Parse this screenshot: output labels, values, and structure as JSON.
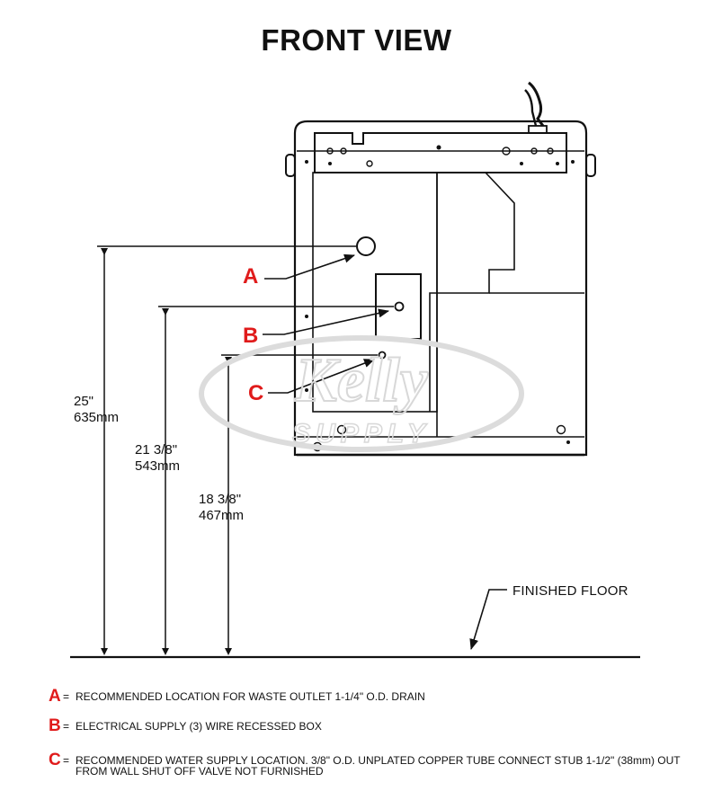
{
  "title": "FRONT VIEW",
  "callouts": {
    "a": "A",
    "b": "B",
    "c": "C"
  },
  "dimensions": {
    "a_in": "25\"",
    "a_mm": "635mm",
    "b_in": "21 3/8\"",
    "b_mm": "543mm",
    "c_in": "18 3/8\"",
    "c_mm": "467mm"
  },
  "floor_label": "FINISHED FLOOR",
  "legend": [
    {
      "key": "A",
      "eq": "=",
      "text": "RECOMMENDED LOCATION FOR WASTE OUTLET 1-1/4\" O.D. DRAIN"
    },
    {
      "key": "B",
      "eq": "=",
      "text": "ELECTRICAL SUPPLY (3) WIRE RECESSED BOX"
    },
    {
      "key": "C",
      "eq": "=",
      "text": "RECOMMENDED WATER SUPPLY LOCATION. 3/8\" O.D. UNPLATED COPPER TUBE CONNECT STUB 1-1/2\" (38mm) OUT FROM WALL SHUT OFF VALVE NOT FURNISHED"
    }
  ],
  "watermark": {
    "line1": "Kelly",
    "line2": "SUPPLY"
  },
  "colors": {
    "callout": "#e01b1b",
    "line": "#111111",
    "watermark": "#d8d8d8"
  }
}
